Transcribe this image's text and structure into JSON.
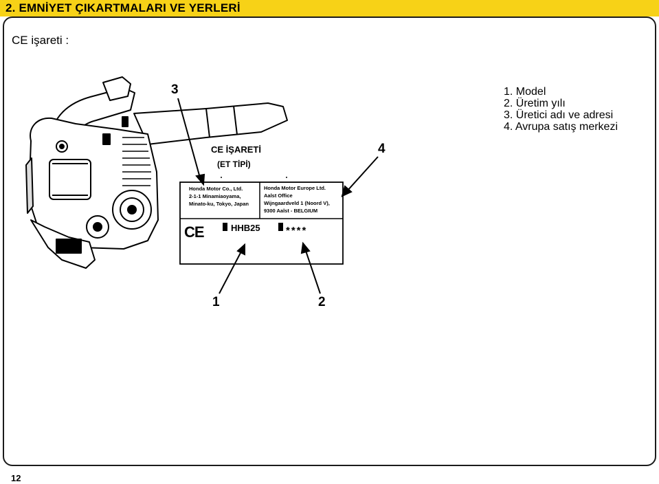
{
  "header": {
    "title": "2. EMNİYET ÇIKARTMALARI VE YERLERİ",
    "bar_color": "#f7d217"
  },
  "ce_heading": "CE işareti :",
  "figure": {
    "callouts": [
      "3",
      "4",
      "1",
      "2"
    ],
    "label_caption": {
      "line1": "CE  İŞARETİ",
      "line2": "(ET TİPİ)"
    },
    "plate": {
      "left_block": [
        "Honda Motor Co., Ltd.",
        "2-1-1 Minamiaoyama,",
        "Minato-ku, Tokyo, Japan"
      ],
      "right_block": [
        "Honda Motor Europe Ltd.",
        "Aalst Office",
        "Wijngaardveld 1 (Noord V),",
        "9300 Aalst - BELGIUM"
      ],
      "ce_mark": "CE",
      "model_code": "HHB25",
      "year_code": "****"
    }
  },
  "legend": [
    "1. Model",
    "2. Üretim yılı",
    "3. Üretici adı ve adresi",
    "4. Avrupa satış merkezi"
  ],
  "page_number": "12"
}
